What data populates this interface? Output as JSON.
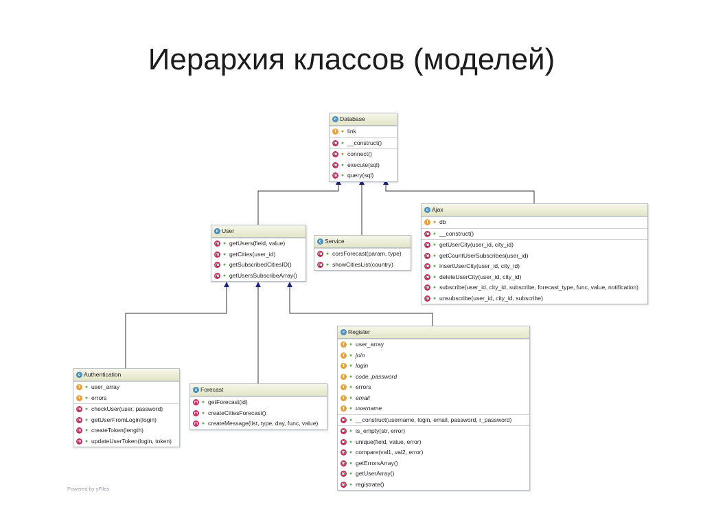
{
  "title": "Иерархия классов (моделей)",
  "powered_by": "Powered by yFiles",
  "colors": {
    "header": "#e2e6c6",
    "border": "#b9bec4",
    "field_icon": "#e9a23b",
    "method_icon": "#c2315c",
    "class_icon": "#4b8fbf"
  },
  "classes": {
    "database": {
      "name": "Database",
      "fields": [
        "link"
      ],
      "constructor": "__construct()",
      "methods": [
        "connect()",
        "execute(sql)",
        "query(sql)"
      ]
    },
    "user": {
      "name": "User",
      "methods": [
        "getUsers(field, value)",
        "getCities(user_id)",
        "getSubscribedCitiesID()",
        "getUsersSubscribeArray()"
      ]
    },
    "service": {
      "name": "Service",
      "methods": [
        "corsForecast(param, type)",
        "showCitiesList(country)"
      ]
    },
    "ajax": {
      "name": "Ajax",
      "fields": [
        "db"
      ],
      "constructor": "__construct()",
      "methods": [
        "getUserCity(user_id, city_id)",
        "getCountUserSubscribes(user_id)",
        "insertUserCity(user_id, city_id)",
        "deleteUserCity(user_id, city_id)",
        "subscribe(user_id, city_id, subscribe, forecast_type, func, value, notification)",
        "unsubscribe(user_id, city_id, subscribe)"
      ]
    },
    "authentication": {
      "name": "Authentication",
      "fields": [
        "user_array",
        "errors"
      ],
      "methods": [
        "checkUser(user, password)",
        "getUserFromLogin(login)",
        "createToken(length)",
        "updateUserToken(login, token)"
      ]
    },
    "forecast": {
      "name": "Forecast",
      "methods": [
        "getForecast(id)",
        "createCitiesForecast()",
        "createMessage(list, type, day, func, value)"
      ]
    },
    "register": {
      "name": "Register",
      "fields": [
        "user_array",
        "join",
        "login",
        "code_password",
        "errors",
        "email",
        "username"
      ],
      "constructor": "__construct(username, login, email, password, r_password)",
      "methods": [
        "is_empty(str, error)",
        "unique(field, value, error)",
        "compare(val1, val2, error)",
        "getErrorsArray()",
        "getUserArray()",
        "registrate()"
      ]
    }
  }
}
